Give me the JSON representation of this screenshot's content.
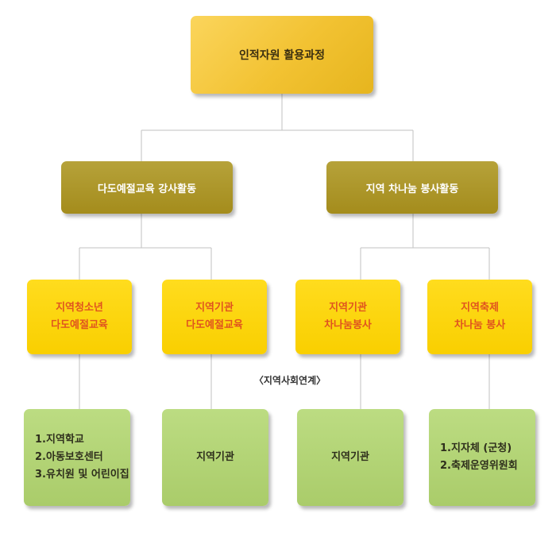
{
  "root": {
    "label": "인적자원 활용과정"
  },
  "branches": [
    {
      "label": "다도예절교육 강사활동",
      "children": [
        {
          "lines": [
            "지역청소년",
            "다도예절교육"
          ],
          "target": [
            "1.지역학교",
            "2.아동보호센터",
            "3.유치원 및 어린이집"
          ]
        },
        {
          "lines": [
            "지역기관",
            "다도예절교육"
          ],
          "target": [
            "지역기관"
          ]
        }
      ]
    },
    {
      "label": "지역 차나눔 봉사활동",
      "children": [
        {
          "lines": [
            "지역기관",
            "차나눔봉사"
          ],
          "target": [
            "지역기관"
          ]
        },
        {
          "lines": [
            "지역축제",
            "차나눔 봉사"
          ],
          "target": [
            "1.지자체 (군청)",
            "2.축제운영위원회"
          ]
        }
      ]
    }
  ],
  "link_label": "〈지역사회연계〉",
  "colors": {
    "root": "#f2c232",
    "branch": "#a8901e",
    "program": "#fbd200",
    "program_text": "#e0541f",
    "target": "#b0d270",
    "line": "#c0c0c0"
  }
}
